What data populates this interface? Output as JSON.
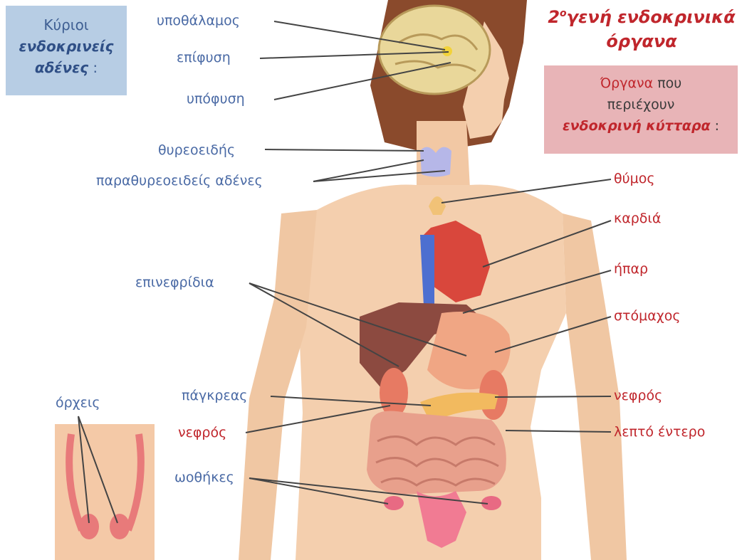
{
  "left_box": {
    "line1": "Κύριοι",
    "line2": "ενδοκρινείς",
    "line3": "αδένες",
    "colon": ":"
  },
  "title": {
    "num": "2",
    "sup": "ο",
    "rest": "γενή ενδοκρινικά",
    "line2": "όργανα"
  },
  "right_box": {
    "w1": "Όργανα",
    "w2": "που",
    "line2": "περιέχουν",
    "line3": "ενδοκρινή κύτταρα",
    "colon": ":"
  },
  "labels_left": {
    "hypothalamus": "υποθάλαμος",
    "epiphysis": "επίφυση",
    "hypophysis": "υπόφυση",
    "thyroid": "θυρεοειδής",
    "parathyroid": "παραθυρεοειδείς αδένες",
    "adrenals": "επινεφρίδια",
    "pancreas": "πάγκρεας",
    "kidney_left": "νεφρός",
    "ovaries": "ωοθήκες",
    "testes": "όρχεις"
  },
  "labels_right": {
    "thymus": "θύμος",
    "heart": "καρδιά",
    "liver": "ήπαρ",
    "stomach": "στόμαχος",
    "kidney_right": "νεφρός",
    "small_intestine": "λεπτό έντερο"
  },
  "colors": {
    "blue_label": "#4a6aa5",
    "red_label": "#c0262c",
    "skin": "#f4cfae",
    "hair": "#8a4a2c",
    "blue_box": "#b7cde4",
    "red_box": "#e8b4b7"
  }
}
